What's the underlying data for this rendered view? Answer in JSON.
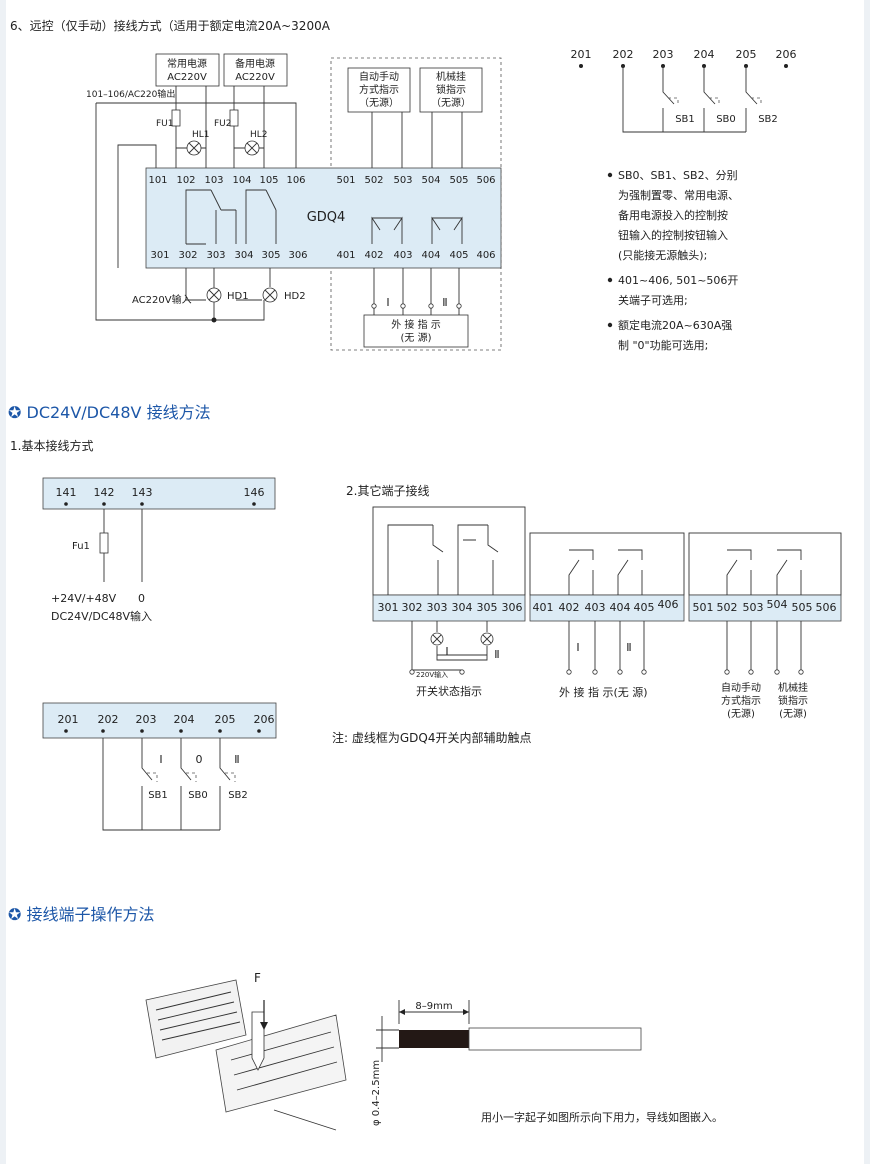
{
  "s1": {
    "title": "6、远控（仅手动）接线方式（适用于额定电流20A~3200A",
    "src_main": [
      "常用电源",
      "AC220V"
    ],
    "src_backup": [
      "备用电源",
      "AC220V"
    ],
    "out_label": "101–106/AC220输出",
    "auto_box": [
      "自动手动",
      "方式指示",
      "（无源）"
    ],
    "mech_box": [
      "机械挂",
      "锁指示",
      "（无源）"
    ],
    "fu1": "FU1",
    "fu2": "FU2",
    "hl1": "HL1",
    "hl2": "HL2",
    "device": "GDQ4",
    "top_terms_a": [
      "101",
      "102",
      "103",
      "104",
      "105",
      "106"
    ],
    "top_terms_b": [
      "501",
      "502",
      "503",
      "504",
      "505",
      "506"
    ],
    "bot_terms_a": [
      "301",
      "302",
      "303",
      "304",
      "305",
      "306"
    ],
    "bot_terms_b": [
      "401",
      "402",
      "403",
      "404",
      "405",
      "406"
    ],
    "ac_in": "AC220V输入",
    "hd1": "HD1",
    "hd2": "HD2",
    "ext_box": [
      "外 接 指 示",
      "(无 源)"
    ],
    "roman": [
      "Ⅰ",
      "Ⅱ"
    ],
    "sb_terms": [
      "201",
      "202",
      "203",
      "204",
      "205",
      "206"
    ],
    "sb_labels": [
      "SB1",
      "SB0",
      "SB2"
    ],
    "notes": [
      [
        "SB0、SB1、SB2、分别",
        "为强制置零、常用电源、",
        "备用电源投入的控制按",
        "钮输入的控制按钮输入",
        "(只能接无源触头);"
      ],
      [
        "401~406, 501~506开",
        "关端子可选用;"
      ],
      [
        "额定电流20A~630A强",
        "制 \"0\"功能可选用;"
      ]
    ]
  },
  "s2": {
    "heading": "✪ DC24V/DC48V 接线方法",
    "sub1": "1.基本接线方式",
    "dc_terms": [
      "141",
      "142",
      "143",
      "146"
    ],
    "fu1": "Fu1",
    "volt": "+24V/+48V",
    "zero": "0",
    "dc_in": "DC24V/DC48V输入",
    "sub2": "2.其它端子接线",
    "g1_terms": [
      "301",
      "302",
      "303",
      "304",
      "305",
      "306"
    ],
    "g2_terms": [
      "401",
      "402",
      "403",
      "404",
      "405",
      "406"
    ],
    "g3_terms": [
      "501",
      "502",
      "503",
      "504",
      "505",
      "506"
    ],
    "v220": "220V输入",
    "sw_status": "开关状态指示",
    "ext_ind": "外 接 指 示(无 源)",
    "auto_ind": [
      "自动手动",
      "方式指示",
      "(无源)"
    ],
    "mech_ind": [
      "机械挂",
      "锁指示",
      "(无源)"
    ],
    "roman": [
      "Ⅰ",
      "Ⅱ"
    ],
    "sb_terms": [
      "201",
      "202",
      "203",
      "204",
      "205",
      "206"
    ],
    "sb_marks": [
      "Ⅰ",
      "0",
      "Ⅱ"
    ],
    "sb_labels": [
      "SB1",
      "SB0",
      "SB2"
    ],
    "note": "注: 虚线框为GDQ4开关内部辅助触点"
  },
  "s3": {
    "heading": "✪ 接线端子操作方法",
    "force": "F",
    "strip": "8–9mm",
    "dia": "φ 0.4–2.5mm",
    "caption": "用小一字起子如图所示向下用力，导线如图嵌入。"
  }
}
